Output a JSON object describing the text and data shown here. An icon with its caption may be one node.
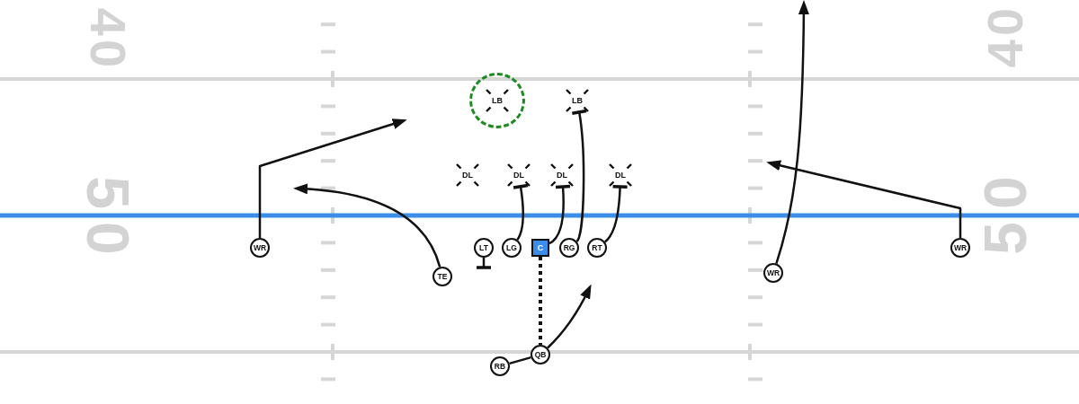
{
  "diagram": {
    "nodes": [
      {
        "text": [],
        "shape": "circle"
      },
      {
        "text": [
          "LB"
        ],
        "in": 0
      },
      {
        "text": [
          "LB"
        ]
      },
      {
        "text": [
          "DL"
        ]
      },
      {
        "text": [
          "DL"
        ]
      },
      {
        "text": [
          "DL"
        ]
      },
      {
        "text": [
          "DL"
        ]
      },
      {
        "text": [
          "WR"
        ]
      },
      {
        "text": [
          "LT"
        ]
      },
      {
        "text": [
          "LG"
        ]
      },
      {
        "text": [
          "C"
        ]
      },
      {
        "text": [
          "RG"
        ]
      },
      {
        "text": [
          "RT"
        ]
      },
      {
        "text": [
          "WR"
        ]
      },
      {
        "text": [
          "TE"
        ]
      },
      {
        "text": [
          "WR"
        ]
      },
      {
        "text": [
          "QB"
        ]
      },
      {
        "text": [
          "RB"
        ]
      }
    ],
    "edges": [
      {
        "from": 7,
        "to": null,
        "arrow": "to"
      },
      {
        "from": 14,
        "to": null,
        "arrow": "to"
      },
      {
        "from": 8,
        "to": null,
        "arrow": "other"
      },
      {
        "from": 9,
        "to": 4,
        "arrow": "other"
      },
      {
        "from": 10,
        "to": 5,
        "arrow": "other"
      },
      {
        "from": 11,
        "to": 2,
        "arrow": "other"
      },
      {
        "from": 12,
        "to": 6,
        "arrow": "other"
      },
      {
        "from": 10,
        "to": 16,
        "arrow": "none",
        "style": "dashed"
      },
      {
        "from": 17,
        "to": 16,
        "arrow": "none"
      },
      {
        "from": 16,
        "to": null,
        "arrow": "to"
      },
      {
        "from": 15,
        "to": null,
        "arrow": "to"
      },
      {
        "from": 13,
        "to": null,
        "arrow": "to"
      }
    ],
    "labels": [
      "40",
      "40",
      "50",
      "50"
    ]
  }
}
